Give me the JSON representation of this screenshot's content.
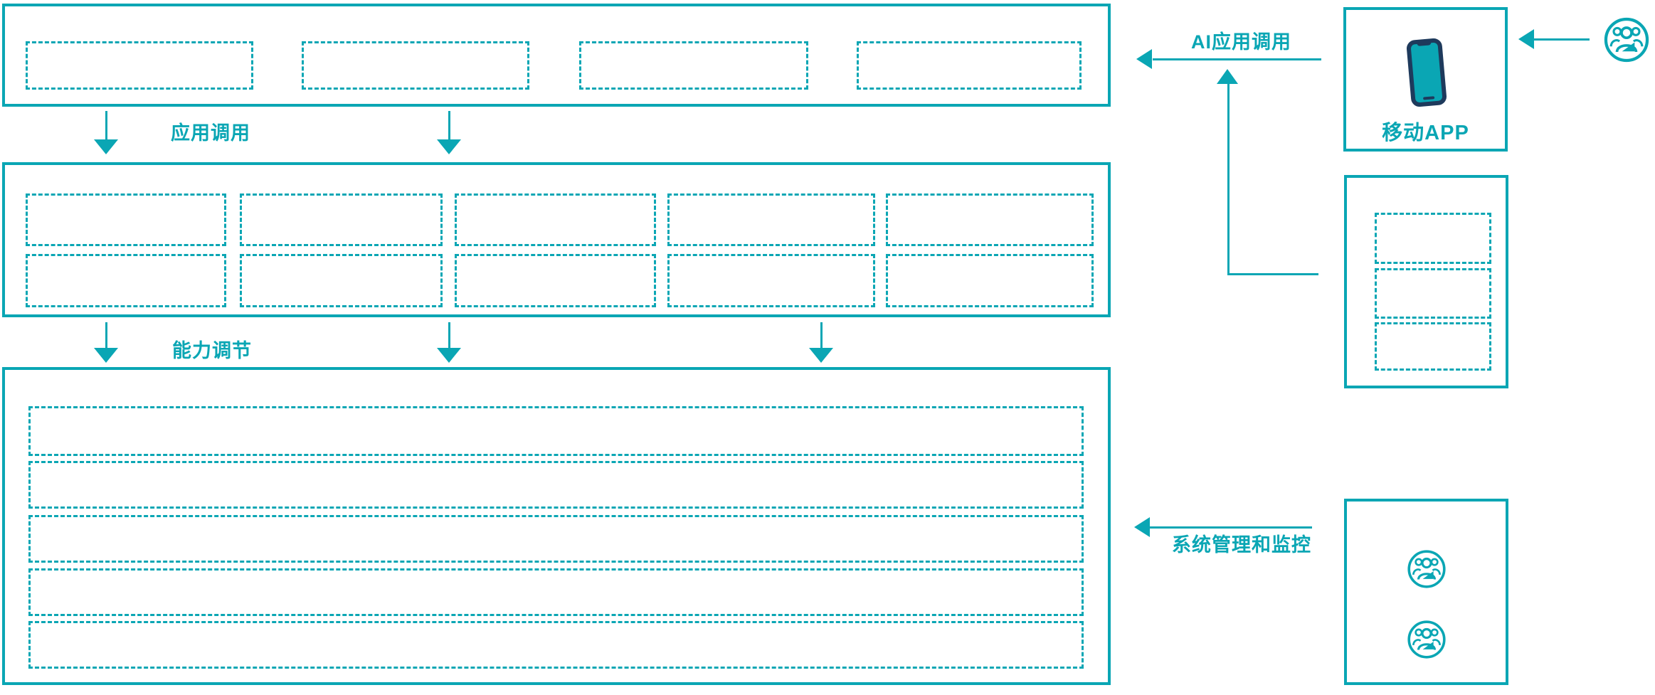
{
  "colors": {
    "accent": "#0AA6B4",
    "phone_dark": "#1E3A5C"
  },
  "labels": {
    "app_call": "应用调用",
    "capability_adjust": "能力调节",
    "ai_app_call": "AI应用调用",
    "system_monitor": "系统管理和监控",
    "mobile_app": "移动APP"
  },
  "structure": {
    "top_box_placeholders": 4,
    "middle_box_rows": 2,
    "middle_box_cols": 5,
    "bottom_box_rows": 5,
    "right_stack_placeholders": 3,
    "admin_box_user_icons": 2,
    "external_user_icons": 1
  },
  "icons": {
    "mobile_phone": "mobile-phone-icon",
    "user_group": "users-group-icon"
  }
}
